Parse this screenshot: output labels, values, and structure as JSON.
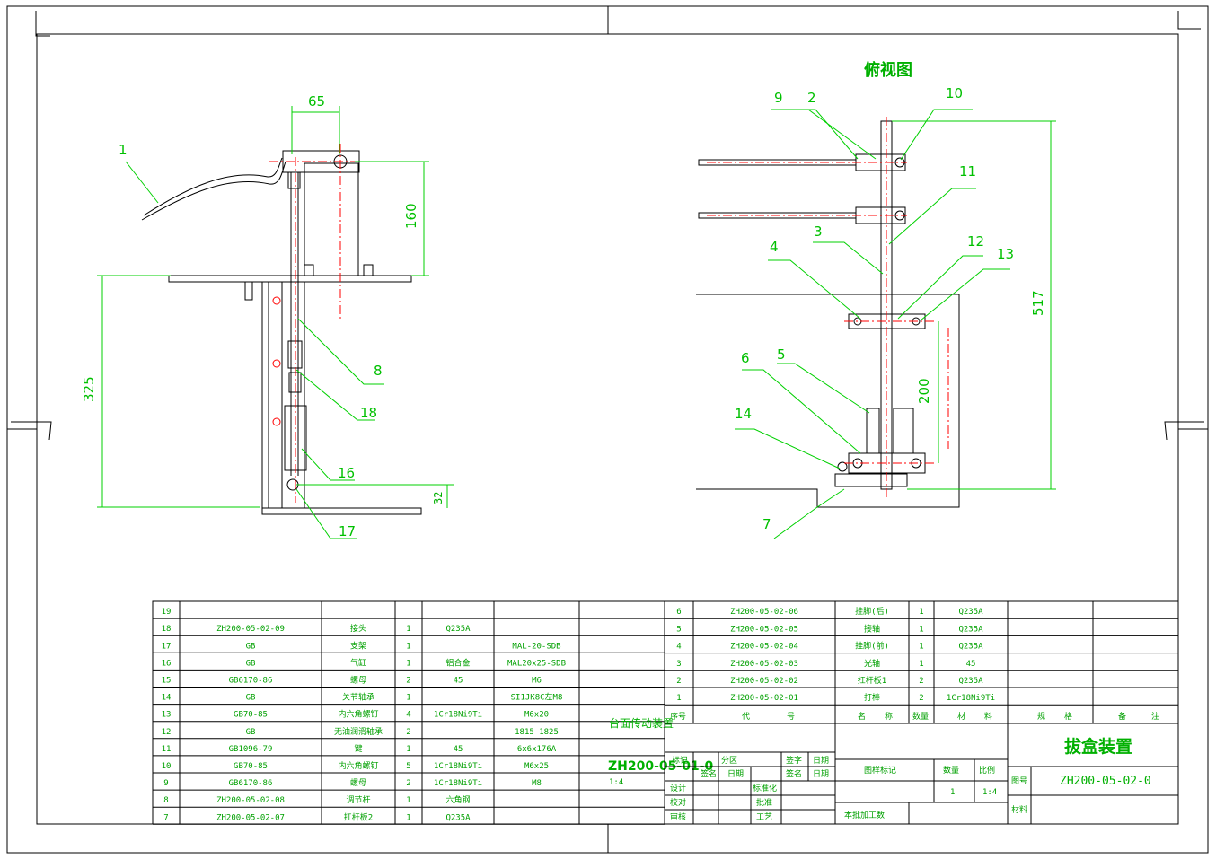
{
  "top_view_title": "俯视图",
  "front_view": {
    "dims": {
      "d65": "65",
      "d160": "160",
      "d325": "325",
      "d32": "32"
    },
    "labels": [
      "1",
      "8",
      "18",
      "16",
      "17"
    ]
  },
  "top_view": {
    "dims": {
      "d517": "517",
      "d200": "200"
    },
    "labels": [
      "9",
      "2",
      "10",
      "11",
      "3",
      "12",
      "4",
      "13",
      "6",
      "5",
      "14",
      "7"
    ]
  },
  "bom_left": [
    [
      "19",
      "",
      "",
      "",
      "",
      "",
      ""
    ],
    [
      "18",
      "ZH200-05-02-09",
      "接头",
      "1",
      "Q235A",
      "",
      ""
    ],
    [
      "17",
      "GB",
      "支架",
      "1",
      "",
      "MAL-20-SDB",
      ""
    ],
    [
      "16",
      "GB",
      "气缸",
      "1",
      "铝合金",
      "MAL20x25-SDB",
      ""
    ],
    [
      "15",
      "GB6170-86",
      "螺母",
      "2",
      "45",
      "M6",
      ""
    ],
    [
      "14",
      "GB",
      "关节轴承",
      "1",
      "",
      "SI1JK8C左M8",
      ""
    ],
    [
      "13",
      "GB70-85",
      "内六角螺钉",
      "4",
      "1Cr18Ni9Ti",
      "M6x20",
      ""
    ],
    [
      "12",
      "GB",
      "无油润滑轴承",
      "2",
      "",
      "1815 1825",
      ""
    ],
    [
      "11",
      "GB1096-79",
      "键",
      "1",
      "45",
      "6x6x176A",
      ""
    ],
    [
      "10",
      "GB70-85",
      "内六角螺钉",
      "5",
      "1Cr18Ni9Ti",
      "M6x25",
      ""
    ],
    [
      "9",
      "GB6170-86",
      "螺母",
      "2",
      "1Cr18Ni9Ti",
      "M8",
      ""
    ],
    [
      "8",
      "ZH200-05-02-08",
      "调节杆",
      "1",
      "六角钢",
      "",
      ""
    ],
    [
      "7",
      "ZH200-05-02-07",
      "扛杆板2",
      "1",
      "Q235A",
      "",
      ""
    ]
  ],
  "bom_right": [
    [
      "6",
      "ZH200-05-02-06",
      "挂脚(后)",
      "1",
      "Q235A",
      "",
      ""
    ],
    [
      "5",
      "ZH200-05-02-05",
      "接轴",
      "1",
      "Q235A",
      "",
      ""
    ],
    [
      "4",
      "ZH200-05-02-04",
      "挂脚(前)",
      "1",
      "Q235A",
      "",
      ""
    ],
    [
      "3",
      "ZH200-05-02-03",
      "光轴",
      "1",
      "45",
      "",
      ""
    ],
    [
      "2",
      "ZH200-05-02-02",
      "扛杆板1",
      "2",
      "Q235A",
      "",
      ""
    ],
    [
      "1",
      "ZH200-05-02-01",
      "打棒",
      "2",
      "1Cr18Ni9Ti",
      "",
      ""
    ]
  ],
  "bom_header": [
    "序号",
    "代",
    "号",
    "名",
    "称",
    "数量",
    "材",
    "料",
    "规",
    "格",
    "备",
    "注"
  ],
  "assembly_name": "台面传动装置",
  "assembly_code": "ZH200-05-01-0",
  "assembly_scale": "1:4",
  "sign_block": {
    "row1": [
      "标记",
      "分区",
      "签字",
      "日期"
    ],
    "row2": [
      "签名",
      "日期",
      "签名",
      "日期"
    ],
    "rows": [
      "设计",
      "校对",
      "审核"
    ],
    "mid": [
      "标准化",
      "批准",
      "工艺"
    ],
    "drawing_mark": "图样标记",
    "quantity": "数量",
    "scale_label": "比例",
    "qty_value": "1",
    "scale_value": "1:4",
    "batch": "本批加工数"
  },
  "title_block": {
    "name": "拔盒装置",
    "drawing_no_label": "图号",
    "drawing_no": "ZH200-05-02-0",
    "material_label": "材料"
  }
}
